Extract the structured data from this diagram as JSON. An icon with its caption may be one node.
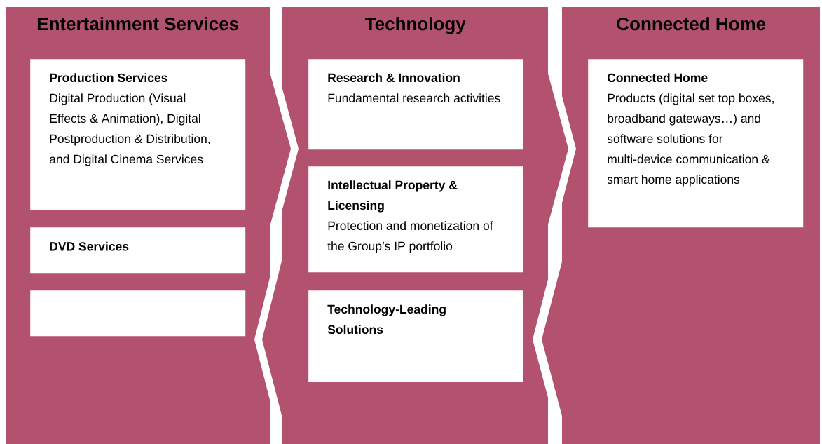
{
  "diagram": {
    "nodes": [
      {
        "text": [
          "Entertainment Services"
        ]
      },
      {
        "text": [
          "Production Services",
          "Digital Production (Visual Effects & Animation), Digital Postproduction & Distribution, and Digital Cinema Services"
        ],
        "in": 0
      },
      {
        "text": [
          "DVD Services"
        ],
        "in": 0
      },
      {
        "text": [],
        "shape": "box",
        "in": 0
      },
      {
        "text": [
          "Technology"
        ]
      },
      {
        "text": [
          "Research & Innovation",
          "Fundamental research activities"
        ],
        "in": 4
      },
      {
        "text": [
          "Intellectual Property & Licensing",
          "Protection and monetization of the Group’s IP portfolio"
        ],
        "in": 4
      },
      {
        "text": [
          "Technology-Leading Solutions"
        ],
        "in": 4
      },
      {
        "text": [
          "Connected Home"
        ]
      },
      {
        "text": [
          "Connected Home",
          "Products (digital set top boxes, broadband gateways…) and software solutions for multi-device communication & smart home applications"
        ],
        "in": 8
      }
    ]
  }
}
